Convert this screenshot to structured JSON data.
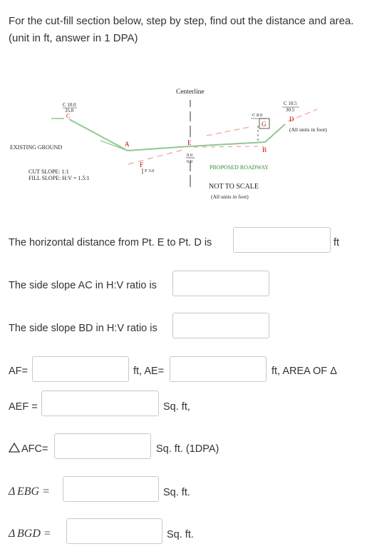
{
  "question": {
    "intro": "For the cut-fill section below, step by step, find out the distance and area. (unit in ft, answer in 1 DPA)"
  },
  "figure": {
    "centerline_label": "Centerline",
    "existing_ground_label": "EXISTING GROUND",
    "cut_slope_label": "CUT SLOPE: 1:1",
    "fill_slope_label": "FILL SLOPE: H:V = 1.5:1",
    "proposed_roadway_label": "PROPOSED ROADWAY",
    "not_to_scale_label": "NOT TO SCALE",
    "units_note_center": "(All units in foot)",
    "units_note_right": "(All units in foot)",
    "station_left_top": "C 10.0",
    "station_left_bottom": "35.0",
    "station_left_point": "C",
    "station_mid_top": "C 8.0",
    "station_right_top": "C 10.5",
    "station_right_bottom": "30.5",
    "station_center_top": "0.0",
    "station_center_bottom": "0.0",
    "fill_station": "F 3.0",
    "point_a": "A",
    "point_b": "B",
    "point_d": "D",
    "point_e": "E",
    "point_f": "F",
    "point_g": "G",
    "colors": {
      "existing_ground": "#90c890",
      "proposed_roadway": "#f5b0b0",
      "label_green": "#2e8b2e",
      "point_red": "#d00000",
      "centerline": "#333333"
    }
  },
  "questions": {
    "q1_label": "The horizontal distance from Pt. E to Pt. D is",
    "q1_unit": "ft",
    "q2_label": "The side slope AC in H:V ratio is",
    "q3_label": "The side slope BD in H:V ratio is",
    "af_label": "AF=",
    "ae_label": "ft, AE=",
    "area_label": "ft, AREA OF Δ",
    "aef_label": "AEF =",
    "aef_unit": "Sq. ft,",
    "afc_label": "AFC=",
    "afc_unit": "Sq. ft. (1DPA)",
    "ebg_label": "EBG =",
    "ebg_unit": "Sq. ft.",
    "bgd_label": "BGD =",
    "bgd_unit": "Sq. ft."
  }
}
